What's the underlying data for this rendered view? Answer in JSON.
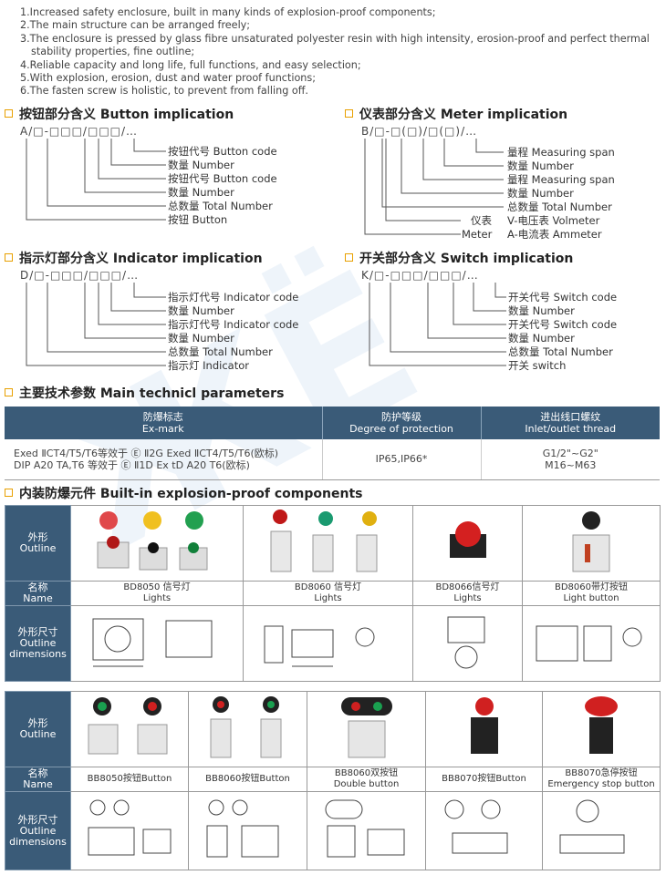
{
  "intro": [
    "1.Increased safety enclosure, built in many kinds of explosion-proof components;",
    "2.The main structure can be arranged freely;",
    "3.The enclosure is pressed by glass fibre unsaturated polyester resin with high intensity, erosion-proof and perfect thermal stability properties, fine outline;",
    "4.Reliable capacity and long life, full functions, and easy selection;",
    "5.With explosion, erosion, dust and water proof functions;",
    "6.The fasten screw is holistic, to prevent from falling off."
  ],
  "button": {
    "title": "按钮部分含义 Button implication",
    "code": "A/□-□□□/□□□/…",
    "labels": [
      "按钮代号 Button code",
      "数量 Number",
      "按钮代号 Button code",
      "数量 Number",
      "总数量 Total Number",
      "按钮 Button"
    ]
  },
  "meter": {
    "title": "仪表部分含义 Meter implication",
    "code": "B/□-□(□)/□(□)/…",
    "labels": [
      "量程 Measuring span",
      "数量 Number",
      "量程 Measuring span",
      "数量 Number",
      "总数量 Total Number"
    ],
    "type_cn": "仪表",
    "type_en": "Meter",
    "v": "V-电压表 Volmeter",
    "a": "A-电流表 Ammeter"
  },
  "indicator": {
    "title": "指示灯部分含义 Indicator implication",
    "code": "D/□-□□□/□□□/…",
    "labels": [
      "指示灯代号 Indicator code",
      "数量 Number",
      "指示灯代号 Indicator code",
      "数量 Number",
      "总数量 Total Number",
      "指示灯 Indicator"
    ]
  },
  "switch": {
    "title": "开关部分含义 Switch implication",
    "code": "K/□-□□□/□□□/…",
    "labels": [
      "开关代号 Switch code",
      "数量 Number",
      "开关代号 Switch code",
      "数量 Number",
      "总数量 Total Number",
      "开关 switch"
    ]
  },
  "params": {
    "title": "主要技术参数 Main technicl parameters",
    "h1cn": "防爆标志",
    "h1en": "Ex-mark",
    "h2cn": "防护等级",
    "h2en": "Degree of protection",
    "h3cn": "进出线口螺纹",
    "h3en": "Inlet/outlet thread",
    "r1": "Exed ⅡCT4/T5/T6等效于 Ⓔ Ⅱ2G Exed ⅡCT4/T5/T6(欧标)",
    "r2": "DIP A20 TA,T6 等效于 Ⓔ Ⅱ1D Ex tD A20 T6(欧标)",
    "prot": "IP65,IP66*",
    "thr1": "G1/2\"~G2\"",
    "thr2": "M16~M63"
  },
  "components": {
    "title": "内装防爆元件 Built-in explosion-proof components",
    "outline_cn": "外形",
    "outline_en": "Outline",
    "name_cn": "名称",
    "name_en": "Name",
    "dim_cn": "外形尺寸",
    "dim_en1": "Outline",
    "dim_en2": "dimensions",
    "t1": [
      {
        "cn": "BD8050 信号灯",
        "en": "Lights"
      },
      {
        "cn": "BD8060 信号灯",
        "en": "Lights"
      },
      {
        "cn": "BD8066信号灯",
        "en": "Lights"
      },
      {
        "cn": "BD8060带灯按钮",
        "en": "Light button"
      }
    ],
    "t2": [
      {
        "cn": "BB8050按钮Button",
        "en": ""
      },
      {
        "cn": "BB8060按钮Button",
        "en": ""
      },
      {
        "cn": "BB8060双按钮",
        "en": "Double button"
      },
      {
        "cn": "BB8070按钮Button",
        "en": ""
      },
      {
        "cn": "BB8070急停按钮",
        "en": "Emergency stop button"
      }
    ]
  },
  "colors": {
    "header": "#3a5b78",
    "accent": "#e8a000"
  }
}
